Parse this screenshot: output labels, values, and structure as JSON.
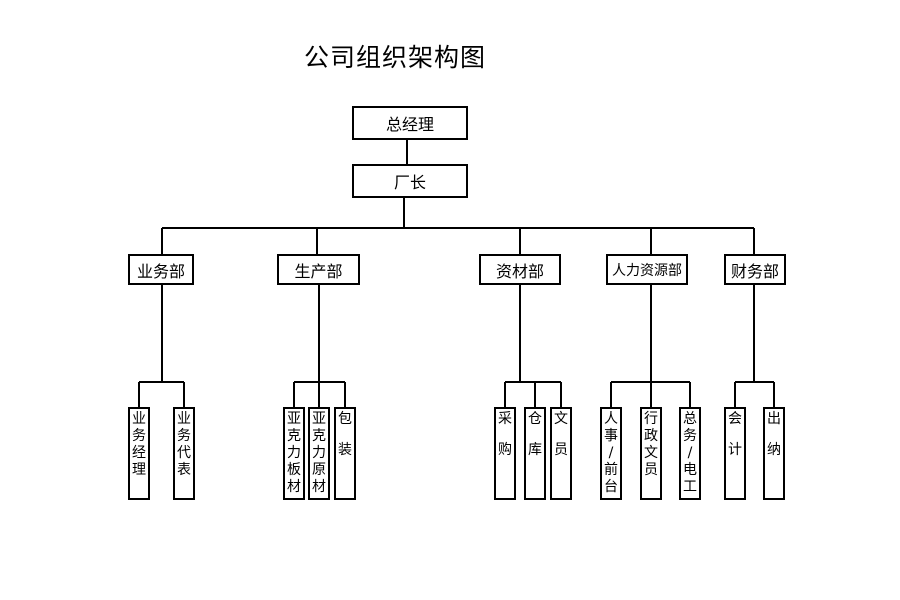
{
  "title": "公司组织架构图",
  "top": {
    "ceo": "总经理",
    "factory": "厂长"
  },
  "departments": [
    "业务部",
    "生产部",
    "资材部",
    "人力资源部",
    "财务部"
  ],
  "sub_units": {
    "sales": [
      "业务经理",
      "业务代表"
    ],
    "production": [
      "亚克力板材",
      "亚克力原材",
      "包装"
    ],
    "materials": [
      "采购",
      "仓库",
      "文员"
    ],
    "hr": [
      "人事/前台",
      "行政文员",
      "总务/电工"
    ],
    "finance": [
      "会计",
      "出纳"
    ]
  }
}
